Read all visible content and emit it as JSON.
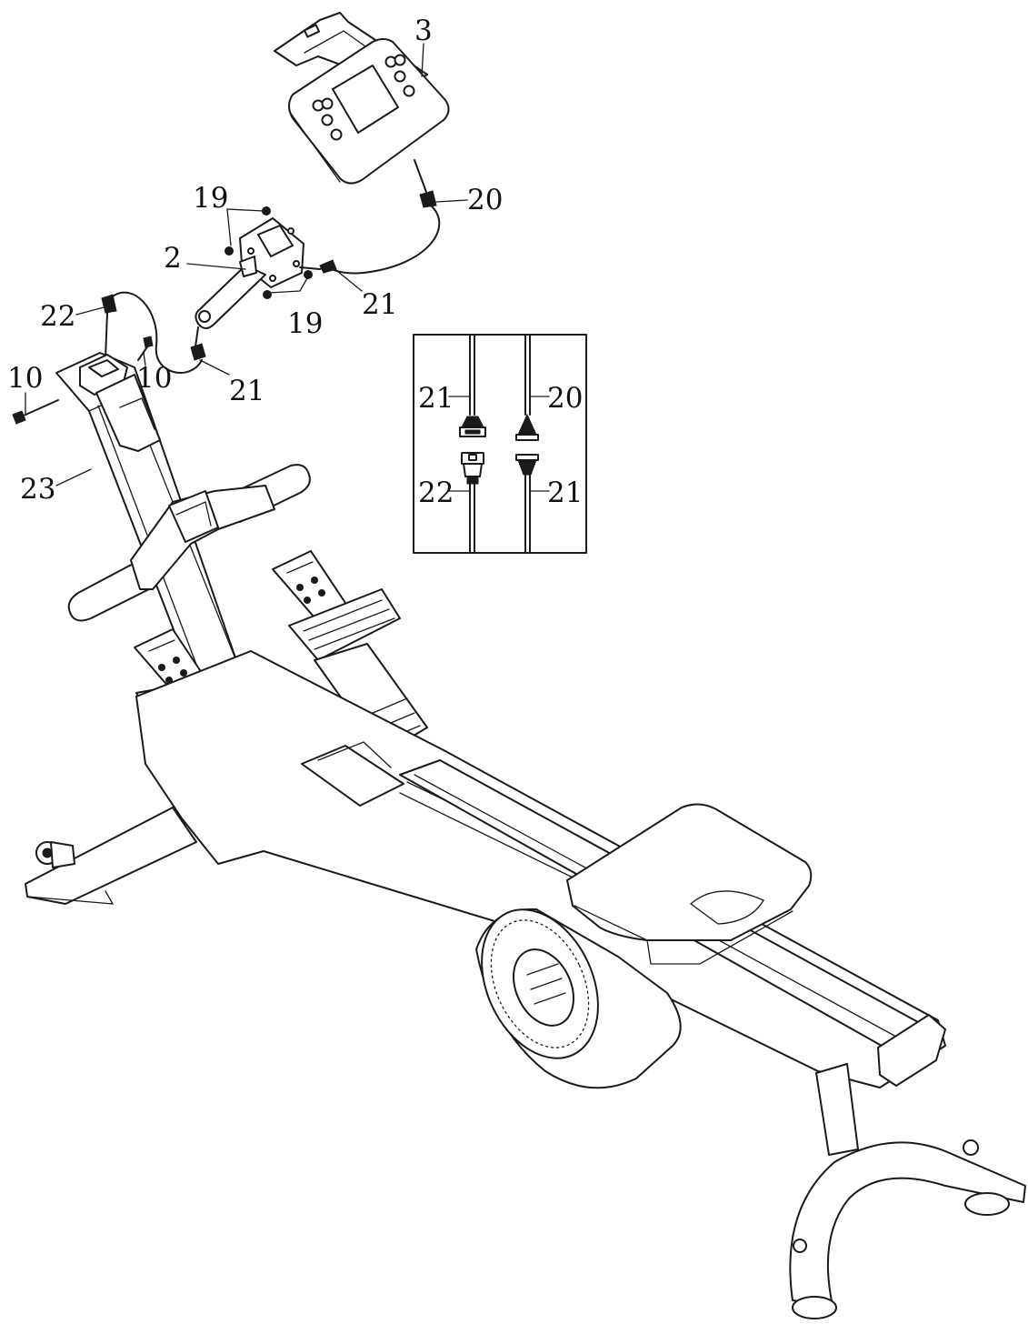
{
  "callouts": {
    "p3": "3",
    "p20": "20",
    "p19a": "19",
    "p19b": "19",
    "p2": "2",
    "p21a": "21",
    "p21b": "21",
    "p22": "22",
    "p10a": "10",
    "p10b": "10",
    "p23": "23"
  },
  "inset": {
    "top_left": "21",
    "top_right": "20",
    "bottom_left": "22",
    "bottom_right": "21"
  }
}
